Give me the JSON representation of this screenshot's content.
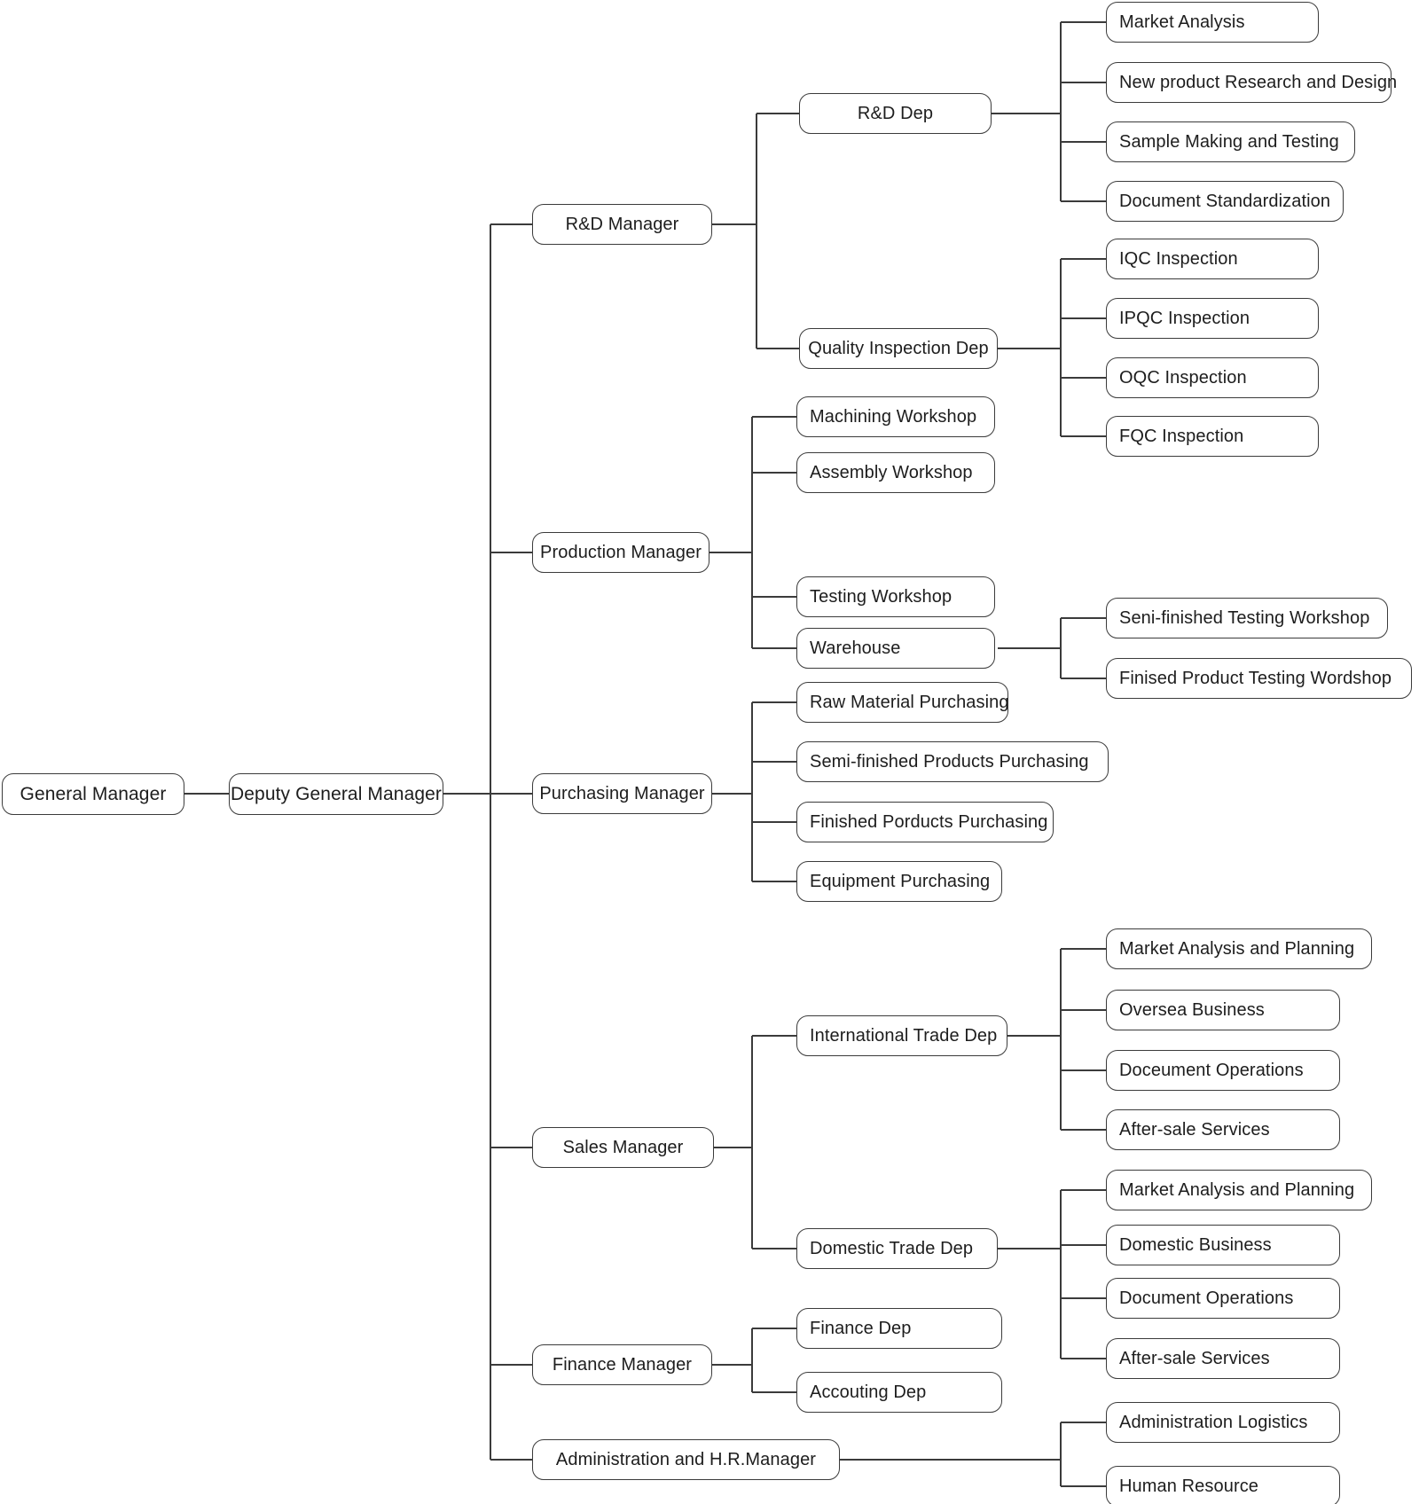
{
  "diagram": {
    "title": "Company Organization Chart",
    "type": "org-chart",
    "orientation": "left-to-right",
    "style": {
      "node_border_color": "#3b3b3b",
      "node_fill_color": "#ffffff",
      "link_color": "#3b3b3b",
      "text_color": "#1d1d1d",
      "background_color": "#ffffff"
    }
  },
  "nodes": {
    "general_manager": "General Manager",
    "deputy_general_manager": "Deputy General Manager",
    "rd_manager": "R&D Manager",
    "rd_dep": "R&D Dep",
    "rd_market_analysis": "Market Analysis",
    "rd_new_product": "New product Research and Design",
    "rd_sample_making": "Sample Making and Testing",
    "rd_doc_standardization": "Document Standardization",
    "quality_inspection_dep": "Quality Inspection Dep",
    "qc_iqc": "IQC Inspection",
    "qc_ipqc": "IPQC Inspection",
    "qc_oqc": "OQC Inspection",
    "qc_fqc": "FQC Inspection",
    "production_manager": "Production Manager",
    "prod_machining": "Machining Workshop",
    "prod_assembly": "Assembly Workshop",
    "prod_testing": "Testing Workshop",
    "prod_warehouse": "Warehouse",
    "wh_semi_testing": "Seni-finished Testing Workshop",
    "wh_finished_testing": "Finised Product Testing Wordshop",
    "purchasing_manager": "Purchasing Manager",
    "pur_raw_material": "Raw Material Purchasing",
    "pur_semi_finished": "Semi-finished Products Purchasing",
    "pur_finished": "Finished Porducts Purchasing",
    "pur_equipment": "Equipment Purchasing",
    "sales_manager": "Sales Manager",
    "international_trade_dep": "International Trade Dep",
    "intl_market_planning": "Market Analysis and Planning",
    "intl_oversea_business": "Oversea Business",
    "intl_doc_operations": "Doceument Operations",
    "intl_after_sale": "After-sale Services",
    "domestic_trade_dep": "Domestic Trade Dep",
    "dom_market_planning": "Market Analysis and Planning",
    "dom_domestic_business": "Domestic Business",
    "dom_doc_operations": "Document Operations",
    "dom_after_sale": "After-sale Services",
    "finance_manager": "Finance Manager",
    "fin_finance_dep": "Finance Dep",
    "fin_accounting_dep": "Accouting Dep",
    "admin_hr_manager": "Administration and H.R.Manager",
    "adm_logistics": "Administration Logistics",
    "adm_human_resource": "Human Resource"
  },
  "hierarchy": {
    "root": "general_manager",
    "edges": [
      [
        "general_manager",
        "deputy_general_manager"
      ],
      [
        "deputy_general_manager",
        "rd_manager"
      ],
      [
        "deputy_general_manager",
        "production_manager"
      ],
      [
        "deputy_general_manager",
        "purchasing_manager"
      ],
      [
        "deputy_general_manager",
        "sales_manager"
      ],
      [
        "deputy_general_manager",
        "finance_manager"
      ],
      [
        "deputy_general_manager",
        "admin_hr_manager"
      ],
      [
        "rd_manager",
        "rd_dep"
      ],
      [
        "rd_manager",
        "quality_inspection_dep"
      ],
      [
        "rd_dep",
        "rd_market_analysis"
      ],
      [
        "rd_dep",
        "rd_new_product"
      ],
      [
        "rd_dep",
        "rd_sample_making"
      ],
      [
        "rd_dep",
        "rd_doc_standardization"
      ],
      [
        "quality_inspection_dep",
        "qc_iqc"
      ],
      [
        "quality_inspection_dep",
        "qc_ipqc"
      ],
      [
        "quality_inspection_dep",
        "qc_oqc"
      ],
      [
        "quality_inspection_dep",
        "qc_fqc"
      ],
      [
        "production_manager",
        "prod_machining"
      ],
      [
        "production_manager",
        "prod_assembly"
      ],
      [
        "production_manager",
        "prod_testing"
      ],
      [
        "production_manager",
        "prod_warehouse"
      ],
      [
        "prod_warehouse",
        "wh_semi_testing"
      ],
      [
        "prod_warehouse",
        "wh_finished_testing"
      ],
      [
        "purchasing_manager",
        "pur_raw_material"
      ],
      [
        "purchasing_manager",
        "pur_semi_finished"
      ],
      [
        "purchasing_manager",
        "pur_finished"
      ],
      [
        "purchasing_manager",
        "pur_equipment"
      ],
      [
        "sales_manager",
        "international_trade_dep"
      ],
      [
        "sales_manager",
        "domestic_trade_dep"
      ],
      [
        "international_trade_dep",
        "intl_market_planning"
      ],
      [
        "international_trade_dep",
        "intl_oversea_business"
      ],
      [
        "international_trade_dep",
        "intl_doc_operations"
      ],
      [
        "international_trade_dep",
        "intl_after_sale"
      ],
      [
        "domestic_trade_dep",
        "dom_market_planning"
      ],
      [
        "domestic_trade_dep",
        "dom_domestic_business"
      ],
      [
        "domestic_trade_dep",
        "dom_doc_operations"
      ],
      [
        "domestic_trade_dep",
        "dom_after_sale"
      ],
      [
        "finance_manager",
        "fin_finance_dep"
      ],
      [
        "finance_manager",
        "fin_accounting_dep"
      ],
      [
        "admin_hr_manager",
        "adm_logistics"
      ],
      [
        "admin_hr_manager",
        "adm_human_resource"
      ]
    ]
  }
}
